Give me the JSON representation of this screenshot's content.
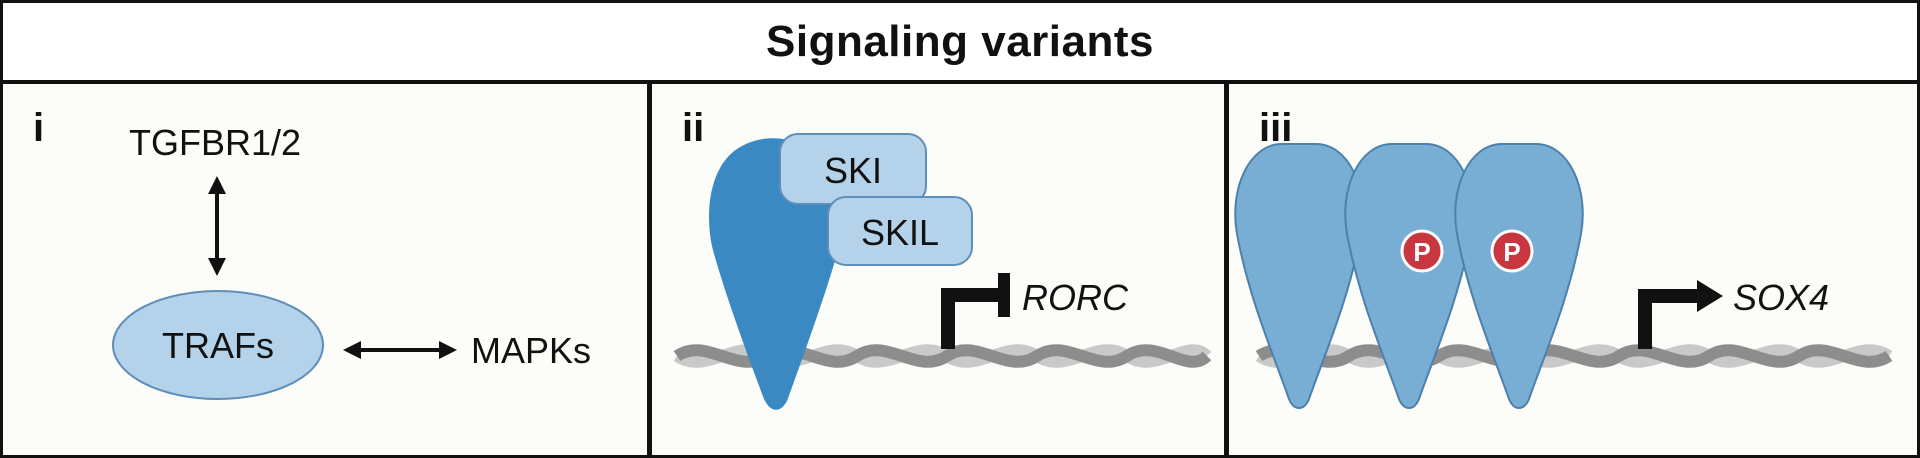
{
  "header": {
    "title": "Signaling variants"
  },
  "panels": [
    {
      "label": "i",
      "nodes": {
        "receptor": "TGFBR1/2",
        "adaptor": "TRAFs",
        "kinase": "MAPKs"
      }
    },
    {
      "label": "ii",
      "proteins": {
        "top": "SKI",
        "bottom": "SKIL"
      },
      "gene": "RORC",
      "regulation": "repressed"
    },
    {
      "label": "iii",
      "phospho_marks": [
        "P",
        "P"
      ],
      "gene": "SOX4",
      "regulation": "activated"
    }
  ],
  "colors": {
    "light_blue": "#b4d3ea",
    "mid_blue": "#78aed4",
    "dark_blue": "#3a89c3",
    "phospho_red": "#c8363f",
    "dna_light": "#c9c9c9",
    "dna_dark": "#8d8d8d",
    "ink": "#111111"
  }
}
